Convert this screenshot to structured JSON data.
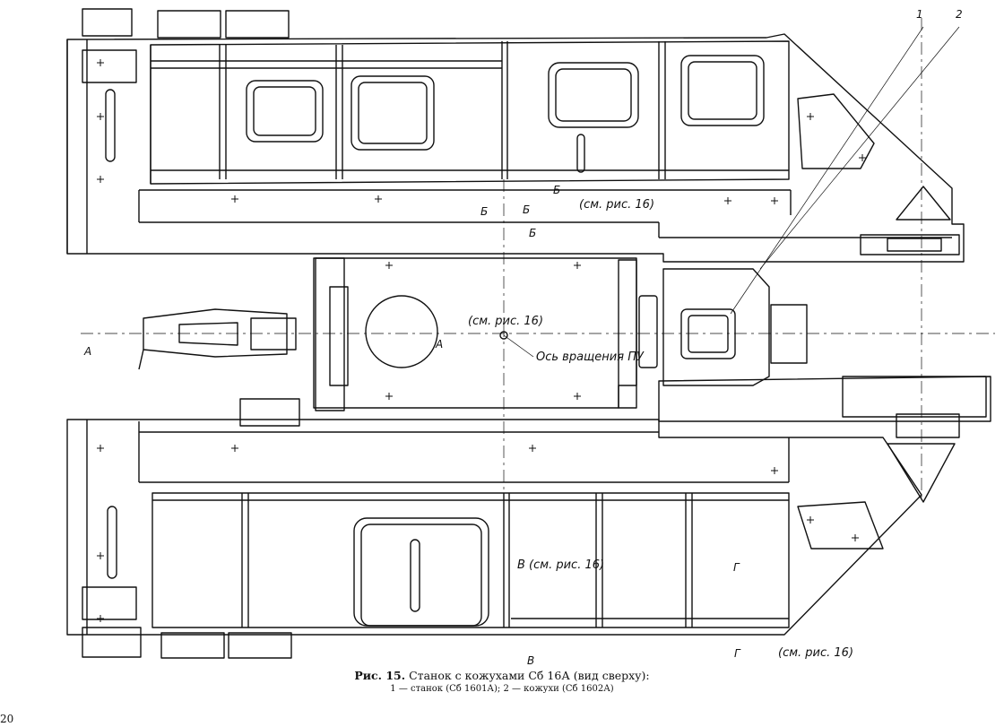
{
  "figure": {
    "fig_label": "Рис. 15.",
    "title": "Станок с кожухами Сб 16А (вид сверху):",
    "legend": "1 — станок (Сб 1601А); 2 — кожухи (Сб 1602А)",
    "page_number": "20"
  },
  "callouts": {
    "num1": "1",
    "num2": "2",
    "see16_top": "(см. рис. 16)",
    "see16_center": "(см. рис. 16)",
    "see16_v": "В (см. рис. 16)",
    "see16_bottom": "(см. рис. 16)",
    "axis": "Ось вращения ПУ",
    "sec_a_left": "А",
    "sec_a_right": "А",
    "sec_b1": "Б",
    "sec_b2": "Б",
    "sec_b3": "Б",
    "sec_b4": "Б",
    "sec_v_bottom": "В",
    "sec_g_top": "Г",
    "sec_g_bottom": "Г"
  }
}
